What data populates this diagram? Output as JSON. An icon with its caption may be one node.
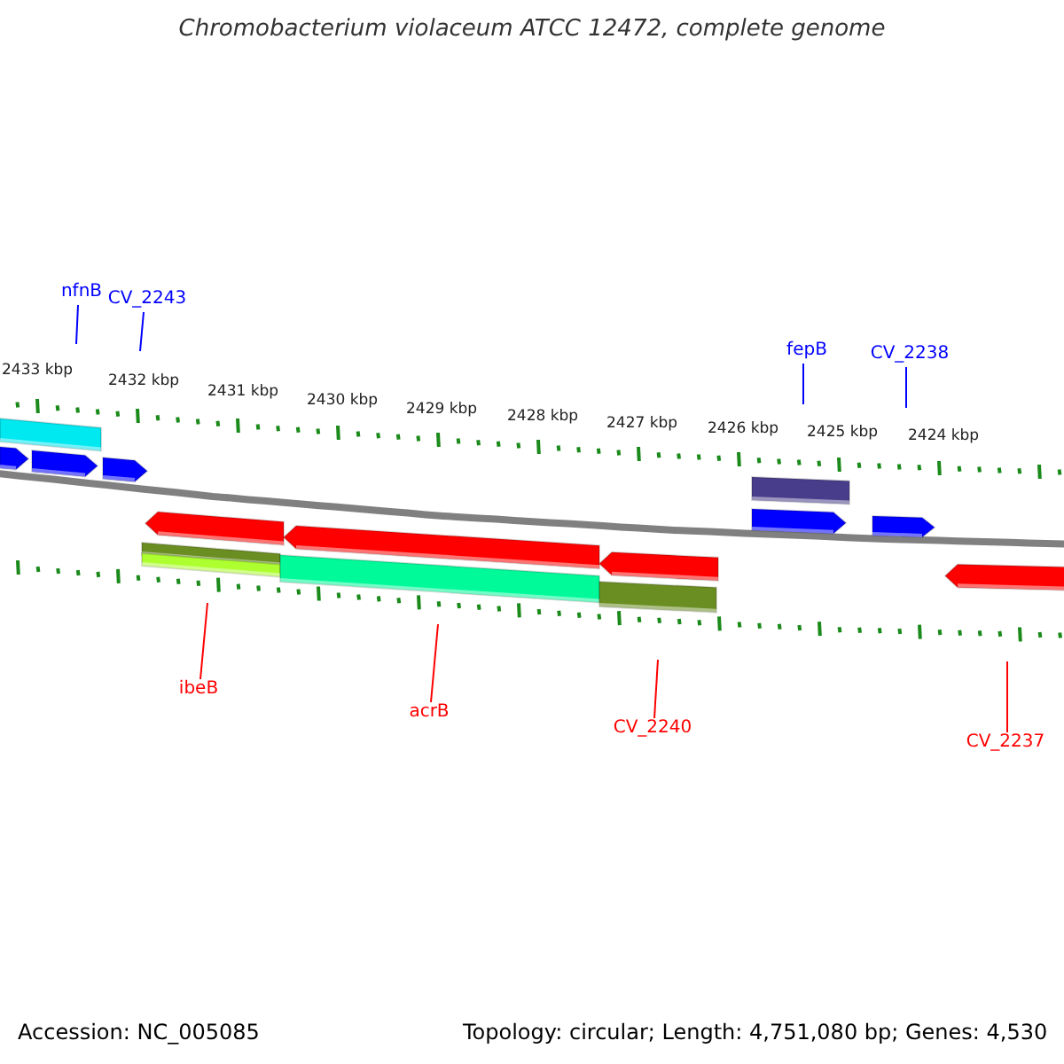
{
  "diagram": {
    "title": "Chromobacterium violaceum ATCC 12472, complete genome",
    "nodes": [
      {
        "text": [
          "nfnB"
        ]
      },
      {
        "text": [
          "CV_2243"
        ]
      },
      {
        "text": [
          "fepB"
        ]
      },
      {
        "text": [
          "CV_2238"
        ]
      },
      {
        "text": [
          "ibeB"
        ]
      },
      {
        "text": [
          "acrB"
        ]
      },
      {
        "text": [
          "CV_2240"
        ]
      },
      {
        "text": [
          "CV_2237"
        ]
      }
    ],
    "edges": [
      {
        "from": 0,
        "to": null,
        "arrow": "none",
        "color": "#0000ff"
      },
      {
        "from": 1,
        "to": null,
        "arrow": "none",
        "color": "#0000ff"
      },
      {
        "from": 2,
        "to": null,
        "arrow": "none",
        "color": "#0000ff"
      },
      {
        "from": 3,
        "to": null,
        "arrow": "none",
        "color": "#0000ff"
      },
      {
        "from": 4,
        "to": null,
        "arrow": "none",
        "color": "#ff0000"
      },
      {
        "from": 5,
        "to": null,
        "arrow": "none",
        "color": "#ff0000"
      },
      {
        "from": 6,
        "to": null,
        "arrow": "none",
        "color": "#ff0000"
      },
      {
        "from": 7,
        "to": null,
        "arrow": "none",
        "color": "#ff0000"
      }
    ],
    "labels": [
      "2433 kbp",
      "2432 kbp",
      "2431 kbp",
      "2430 kbp",
      "2429 kbp",
      "2428 kbp",
      "2427 kbp",
      "2426 kbp",
      "2425 kbp",
      "2424 kbp",
      "Accession: NC_005085",
      "Topology: circular; Length: 4,751,080 bp; Genes: 4,530"
    ]
  }
}
